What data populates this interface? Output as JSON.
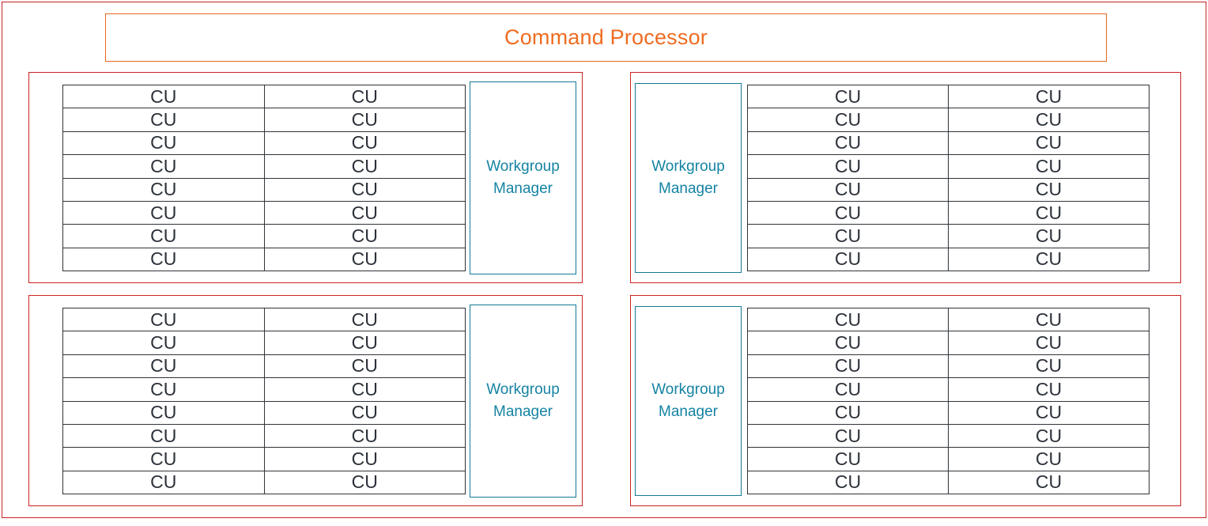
{
  "diagram": {
    "title": "Command Processor",
    "colors": {
      "chip_border": "#cc2222",
      "title_border": "#e8671c",
      "title_text": "#ef6c22",
      "manager_border": "#147a96",
      "manager_text": "#1583a3",
      "cell_border": "#2f3338",
      "cell_text": "#2b3039",
      "background": "#ffffff"
    },
    "cu_label": "CU",
    "manager_label": "Workgroup\nManager",
    "grid": {
      "rows": 8,
      "columns": 2,
      "cells": [
        [
          "CU",
          "CU"
        ],
        [
          "CU",
          "CU"
        ],
        [
          "CU",
          "CU"
        ],
        [
          "CU",
          "CU"
        ],
        [
          "CU",
          "CU"
        ],
        [
          "CU",
          "CU"
        ],
        [
          "CU",
          "CU"
        ],
        [
          "CU",
          "CU"
        ]
      ]
    },
    "quadrants": [
      {
        "id": "top-left",
        "manager": "Workgroup\nManager",
        "manager_side": "right",
        "cells": [
          [
            "CU",
            "CU"
          ],
          [
            "CU",
            "CU"
          ],
          [
            "CU",
            "CU"
          ],
          [
            "CU",
            "CU"
          ],
          [
            "CU",
            "CU"
          ],
          [
            "CU",
            "CU"
          ],
          [
            "CU",
            "CU"
          ],
          [
            "CU",
            "CU"
          ]
        ]
      },
      {
        "id": "top-right",
        "manager": "Workgroup\nManager",
        "manager_side": "left",
        "cells": [
          [
            "CU",
            "CU"
          ],
          [
            "CU",
            "CU"
          ],
          [
            "CU",
            "CU"
          ],
          [
            "CU",
            "CU"
          ],
          [
            "CU",
            "CU"
          ],
          [
            "CU",
            "CU"
          ],
          [
            "CU",
            "CU"
          ],
          [
            "CU",
            "CU"
          ]
        ]
      },
      {
        "id": "bottom-left",
        "manager": "Workgroup\nManager",
        "manager_side": "right",
        "cells": [
          [
            "CU",
            "CU"
          ],
          [
            "CU",
            "CU"
          ],
          [
            "CU",
            "CU"
          ],
          [
            "CU",
            "CU"
          ],
          [
            "CU",
            "CU"
          ],
          [
            "CU",
            "CU"
          ],
          [
            "CU",
            "CU"
          ],
          [
            "CU",
            "CU"
          ]
        ]
      },
      {
        "id": "bottom-right",
        "manager": "Workgroup\nManager",
        "manager_side": "left",
        "cells": [
          [
            "CU",
            "CU"
          ],
          [
            "CU",
            "CU"
          ],
          [
            "CU",
            "CU"
          ],
          [
            "CU",
            "CU"
          ],
          [
            "CU",
            "CU"
          ],
          [
            "CU",
            "CU"
          ],
          [
            "CU",
            "CU"
          ],
          [
            "CU",
            "CU"
          ]
        ]
      }
    ]
  }
}
